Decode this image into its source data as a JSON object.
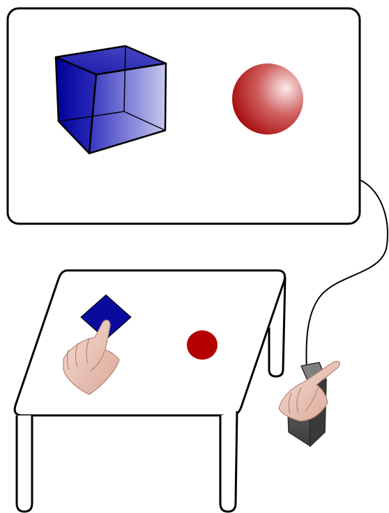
{
  "diagram": {
    "elements": [
      {
        "id": "display-screen",
        "kind": "rounded-rectangle",
        "fill": "#ffffff",
        "stroke": "#000000"
      },
      {
        "id": "virtual-cube",
        "kind": "3d-cube",
        "color": "#0a0a9c"
      },
      {
        "id": "virtual-sphere",
        "kind": "sphere",
        "color": "#b30000"
      },
      {
        "id": "cable",
        "kind": "curve",
        "connects": [
          "display-screen",
          "handheld-device"
        ]
      },
      {
        "id": "table",
        "kind": "table",
        "fill": "#ffffff",
        "stroke": "#000000"
      },
      {
        "id": "table-square-marker",
        "kind": "diamond",
        "color": "#0a0a9c"
      },
      {
        "id": "table-circle-marker",
        "kind": "ellipse",
        "color": "#b30000"
      },
      {
        "id": "pointing-hand-on-table",
        "kind": "hand-pointing"
      },
      {
        "id": "handheld-device",
        "kind": "box",
        "color": "#4a4a4a"
      },
      {
        "id": "pointing-hand-on-device",
        "kind": "hand-pointing"
      }
    ]
  }
}
